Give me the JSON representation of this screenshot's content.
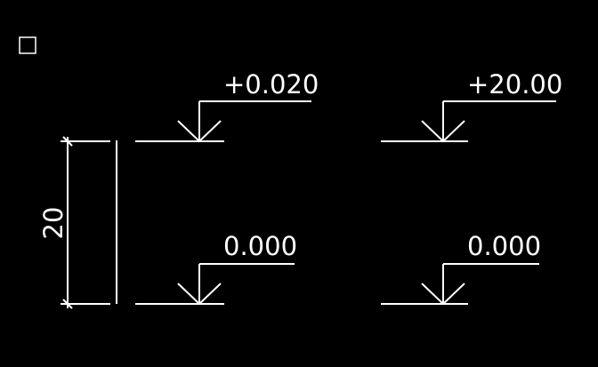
{
  "drawing": {
    "background_color": "#000000",
    "line_color": "#ffffff",
    "dimension": {
      "text": "20"
    },
    "elevations": [
      {
        "id": "top-left",
        "label": "+0.020"
      },
      {
        "id": "top-right",
        "label": "+20.00"
      },
      {
        "id": "bottom-left",
        "label": "0.000"
      },
      {
        "id": "bottom-right",
        "label": "0.000"
      }
    ],
    "checkbox": {
      "checked": false
    }
  }
}
